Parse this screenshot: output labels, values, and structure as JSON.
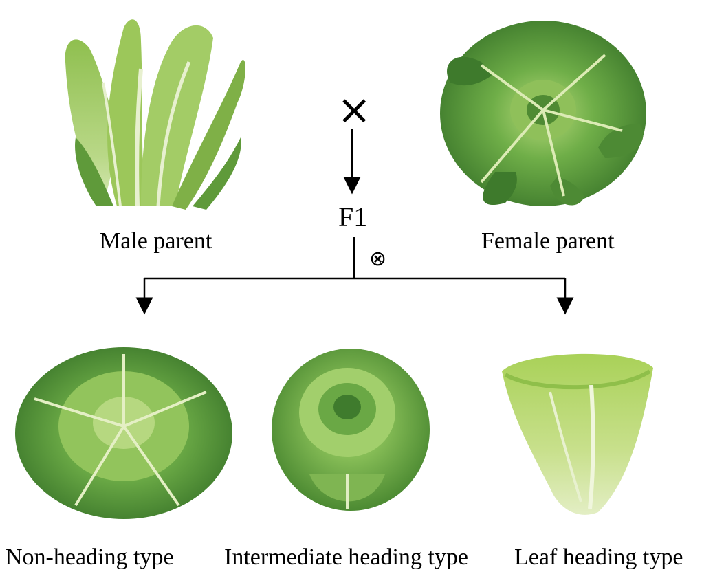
{
  "parents": {
    "male_label": "Male parent",
    "female_label": "Female parent"
  },
  "cross": {
    "cross_symbol": "×",
    "f1_label": "F1",
    "self_symbol": "⊗"
  },
  "offspring": {
    "non_heading_label": "Non-heading type",
    "intermediate_label": "Intermediate heading type",
    "leaf_heading_label": "Leaf heading type"
  },
  "colors": {
    "leaf_dark": "#3e7a2c",
    "leaf_mid": "#6aa845",
    "leaf_light": "#a7cf6e",
    "leaf_pale": "#cfe3a0",
    "vein": "#e6f0c9",
    "line": "#000000"
  }
}
